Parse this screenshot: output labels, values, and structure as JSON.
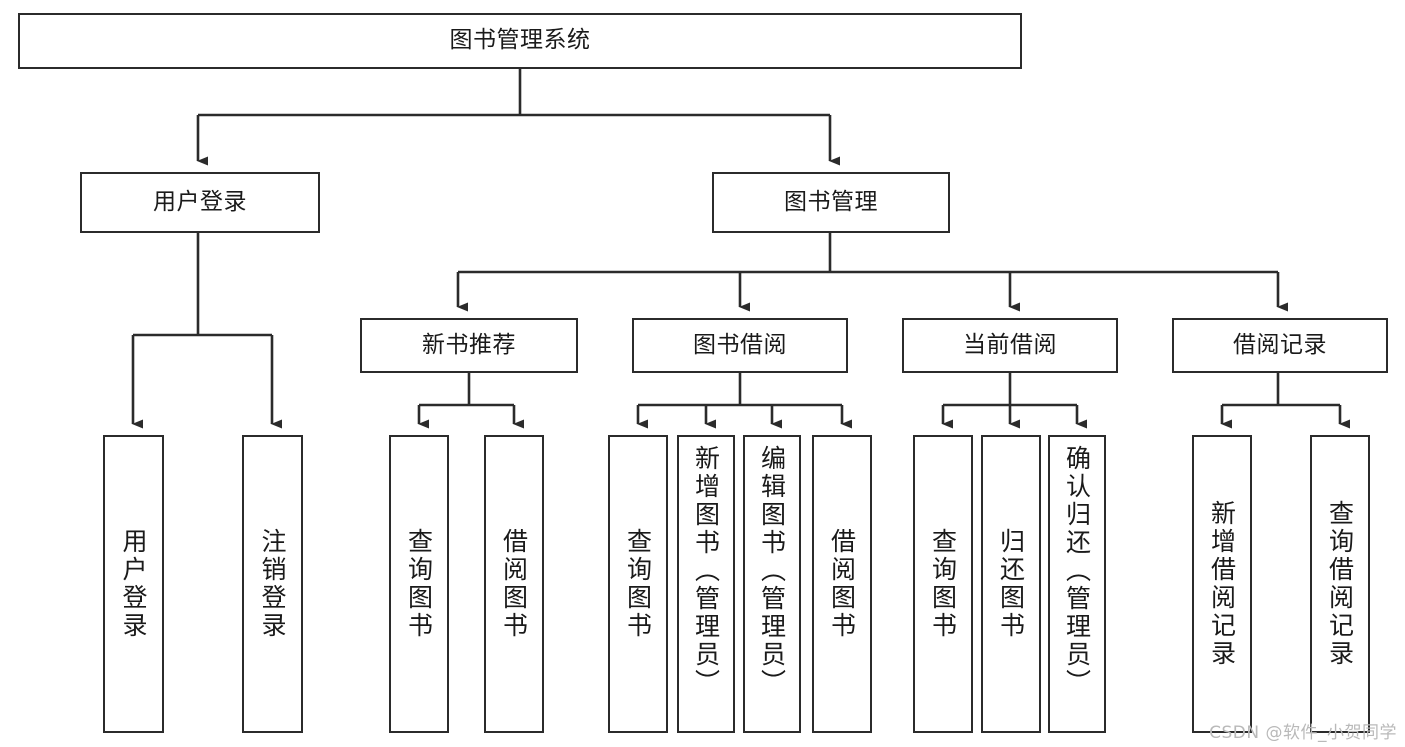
{
  "diagram": {
    "title": "图书管理系统",
    "watermark": "CSDN @软件_小贺同学",
    "line_color": "#2b2b2b",
    "box_fill": "#ffffff",
    "text_color": "#1a1a1a",
    "nodes": {
      "root": {
        "label": "图书管理系统"
      },
      "level2": [
        {
          "id": "user-login",
          "label": "用户登录"
        },
        {
          "id": "book-management",
          "label": "图书管理"
        }
      ],
      "level3": [
        {
          "id": "new-book-recommend",
          "label": "新书推荐"
        },
        {
          "id": "book-borrow",
          "label": "图书借阅"
        },
        {
          "id": "current-borrow",
          "label": "当前借阅"
        },
        {
          "id": "borrow-record",
          "label": "借阅记录"
        }
      ],
      "leaves": {
        "user_login": [
          {
            "id": "leaf-user-login",
            "label": "用户登录"
          },
          {
            "id": "leaf-logout-login",
            "label": "注销登录"
          }
        ],
        "new_book_recommend": [
          {
            "id": "leaf-query-book-1",
            "label": "查询图书"
          },
          {
            "id": "leaf-borrow-book-1",
            "label": "借阅图书"
          }
        ],
        "book_borrow": [
          {
            "id": "leaf-query-book-2",
            "label": "查询图书"
          },
          {
            "id": "leaf-add-book-admin",
            "label": "新增图书（管理员）"
          },
          {
            "id": "leaf-edit-book-admin",
            "label": "编辑图书（管理员）"
          },
          {
            "id": "leaf-borrow-book-2",
            "label": "借阅图书"
          }
        ],
        "current_borrow": [
          {
            "id": "leaf-query-book-3",
            "label": "查询图书"
          },
          {
            "id": "leaf-return-book",
            "label": "归还图书"
          },
          {
            "id": "leaf-confirm-return-admin",
            "label": "确认归还（管理员）"
          }
        ],
        "borrow_record": [
          {
            "id": "leaf-add-borrow-record",
            "label": "新增借阅记录"
          },
          {
            "id": "leaf-query-borrow-record",
            "label": "查询借阅记录"
          }
        ]
      }
    }
  }
}
